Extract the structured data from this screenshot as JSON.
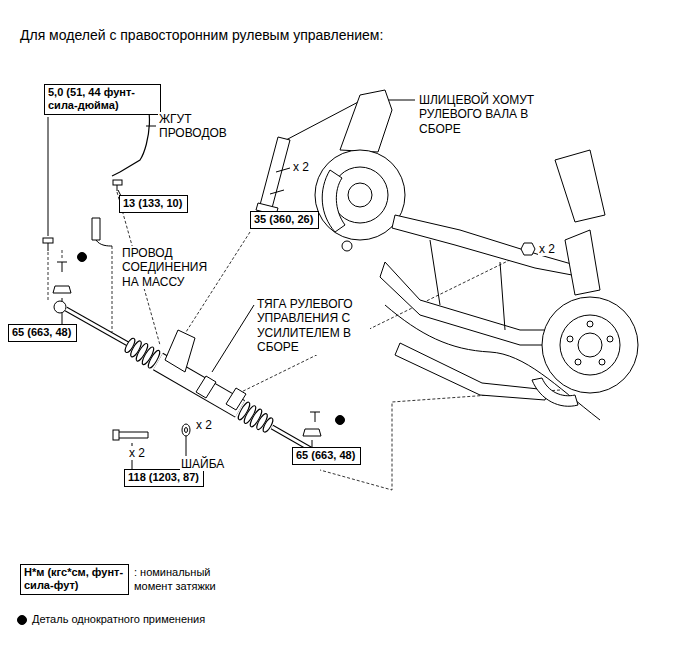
{
  "diagram": {
    "title": "Для моделей с правосторонним рулевым управлением:",
    "nodes": [
      {
        "text": [
          "5,0 (51, 44 фунт-сила-дюйма)"
        ]
      },
      {
        "text": [
          "13 (133, 10)"
        ]
      },
      {
        "text": [
          "35 (360, 26)"
        ]
      },
      {
        "text": [
          "65 (663, 48)"
        ]
      },
      {
        "text": [
          "65 (663, 48)"
        ]
      },
      {
        "text": [
          "118 (1203, 87)"
        ]
      },
      {
        "text": [
          "Н*м (кгс*см, фунт-сила-фут)"
        ]
      }
    ],
    "labels": [
      "ЖГУТ ПРОВОДОВ",
      "ШЛИЦЕВОЙ ХОМУТ РУЛЕВОГО ВАЛА В СБОРЕ",
      "x 2",
      "x 2",
      "ПРОВОД СОЕДИНЕНИЯ НА МАССУ",
      "ТЯГА РУЛЕВОГО УПРАВЛЕНИЯ С УСИЛИТЕЛЕМ В СБОРЕ",
      "x 2",
      "x 2",
      "ШАЙБА"
    ],
    "legend": [
      {
        "text": ": номинальный момент затяжки"
      },
      {
        "text": "Деталь однократного применения"
      }
    ]
  }
}
